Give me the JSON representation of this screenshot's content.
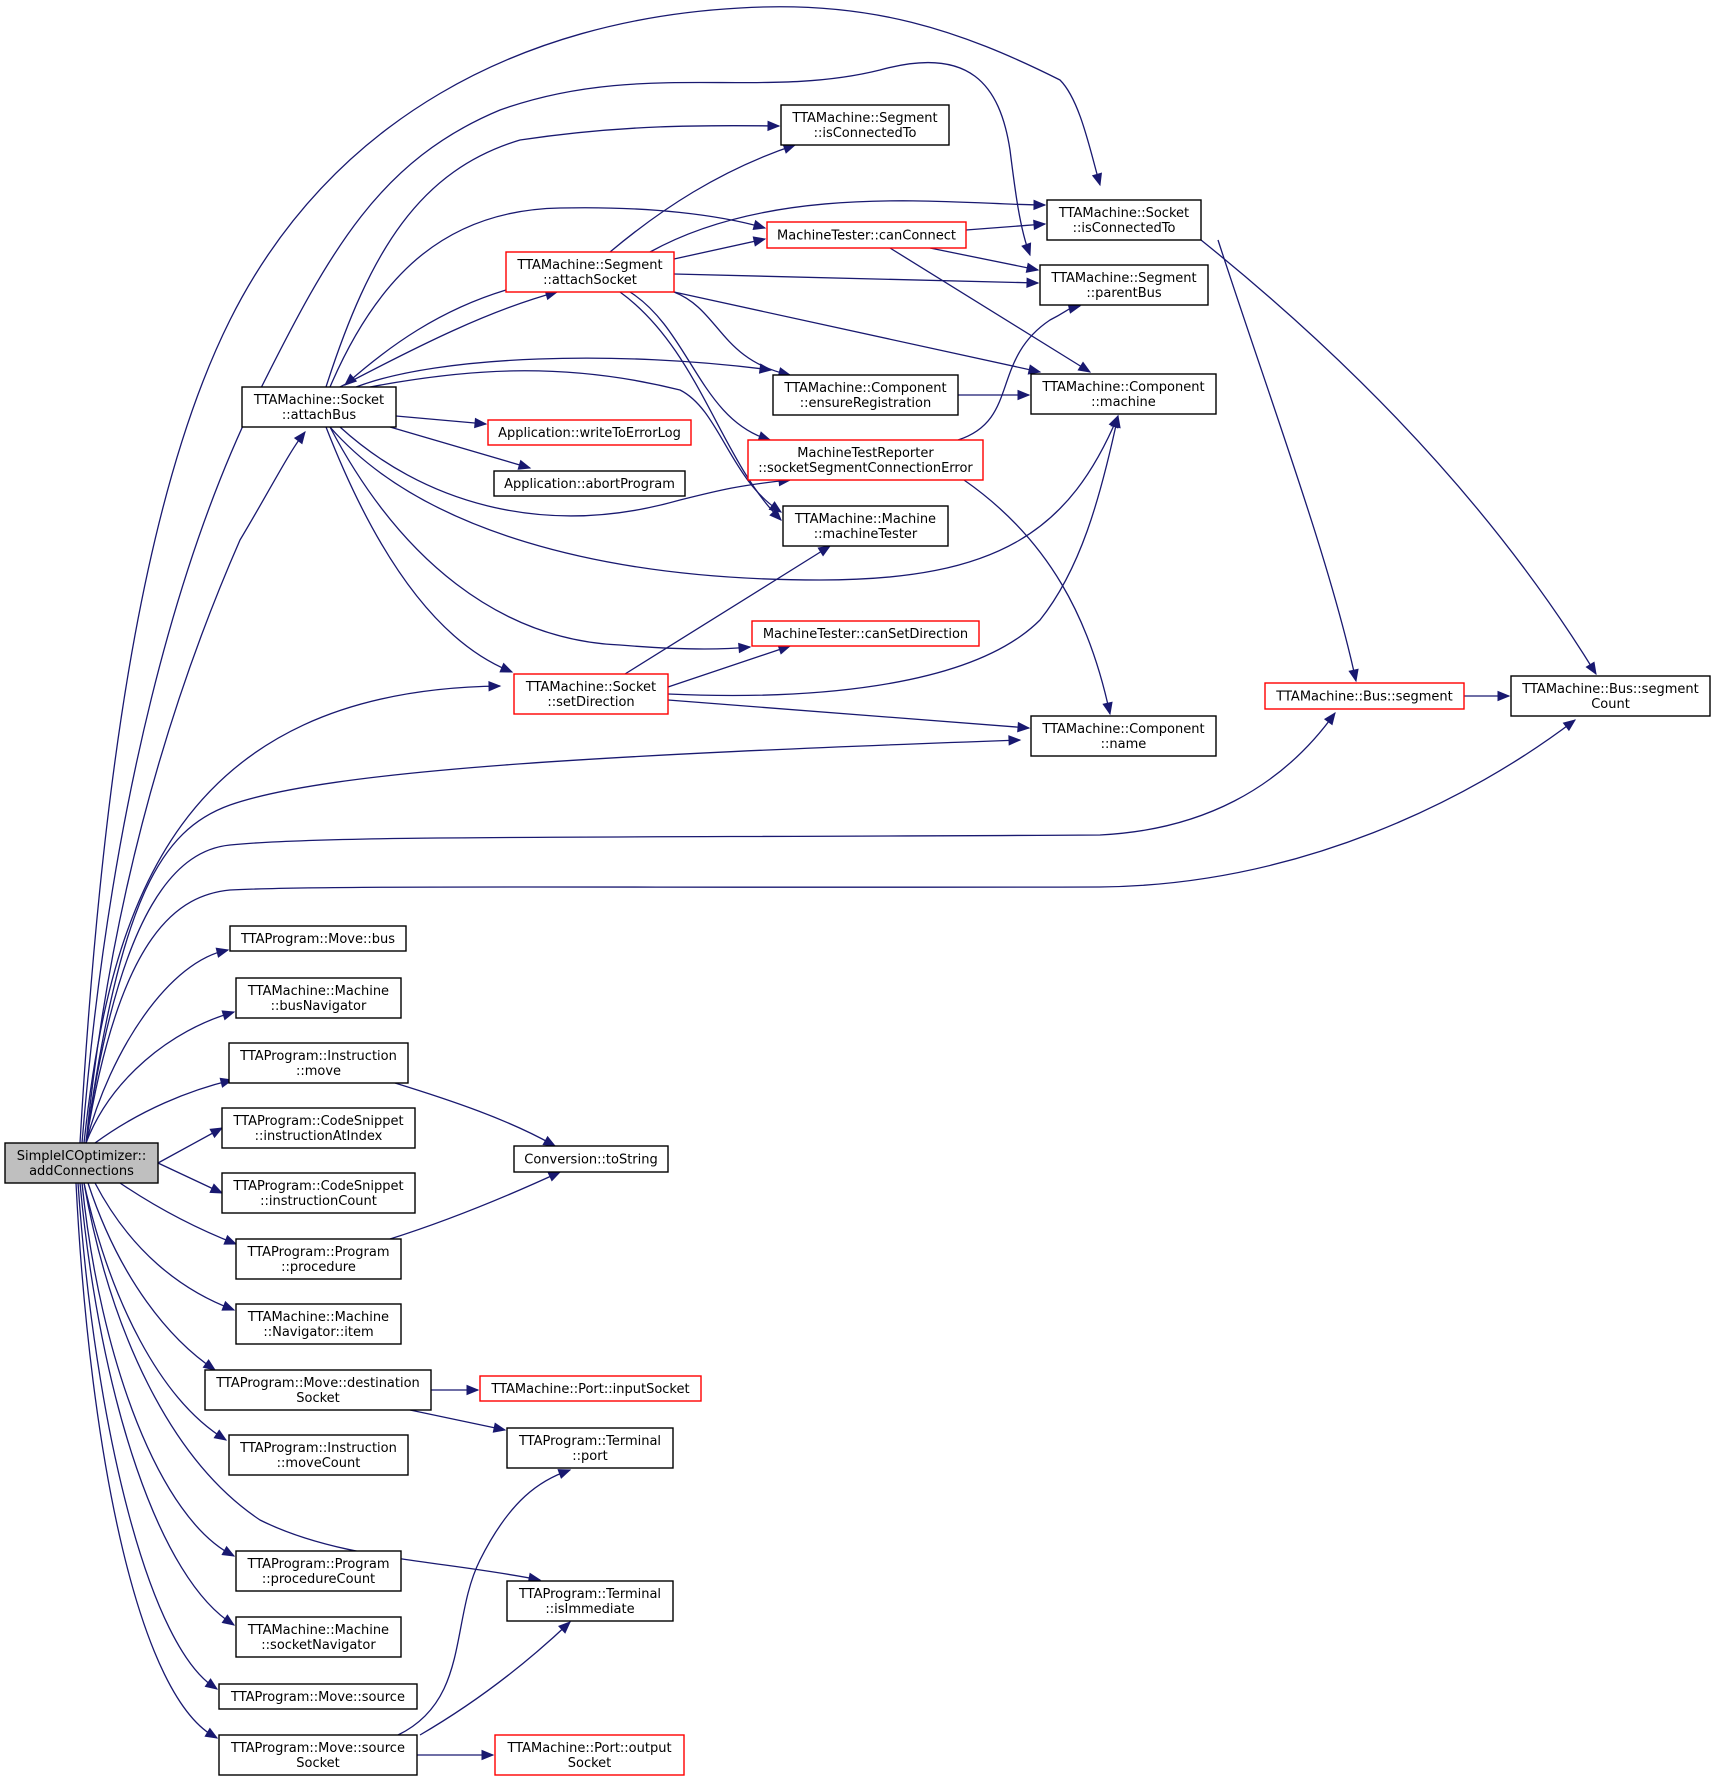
{
  "graph": {
    "colors": {
      "edge": "#191970",
      "root_fill": "#bfbfbf",
      "default_border": "#000000",
      "undocumented_border": "#ff0000",
      "node_fill": "#ffffff"
    },
    "nodes": [
      {
        "id": "root",
        "lines": [
          "SimpleICOptimizer::",
          "addConnections"
        ],
        "style": "root"
      },
      {
        "id": "sock_attachBus",
        "lines": [
          "TTAMachine::Socket",
          "::attachBus"
        ],
        "style": "default"
      },
      {
        "id": "seg_attachSocket",
        "lines": [
          "TTAMachine::Segment",
          "::attachSocket"
        ],
        "style": "red"
      },
      {
        "id": "seg_isConnectedTo",
        "lines": [
          "TTAMachine::Segment",
          "::isConnectedTo"
        ],
        "style": "default"
      },
      {
        "id": "mt_canConnect",
        "lines": [
          "MachineTester::canConnect"
        ],
        "style": "red"
      },
      {
        "id": "sock_isConnectedTo",
        "lines": [
          "TTAMachine::Socket",
          "::isConnectedTo"
        ],
        "style": "default"
      },
      {
        "id": "seg_parentBus",
        "lines": [
          "TTAMachine::Segment",
          "::parentBus"
        ],
        "style": "default"
      },
      {
        "id": "comp_ensureReg",
        "lines": [
          "TTAMachine::Component",
          "::ensureRegistration"
        ],
        "style": "default"
      },
      {
        "id": "comp_machine",
        "lines": [
          "TTAMachine::Component",
          "::machine"
        ],
        "style": "default"
      },
      {
        "id": "app_writeToErrorLog",
        "lines": [
          "Application::writeToErrorLog"
        ],
        "style": "red"
      },
      {
        "id": "mtr_socketSegErr",
        "lines": [
          "MachineTestReporter",
          "::socketSegmentConnectionError"
        ],
        "style": "red"
      },
      {
        "id": "app_abortProgram",
        "lines": [
          "Application::abortProgram"
        ],
        "style": "default"
      },
      {
        "id": "mach_machineTester",
        "lines": [
          "TTAMachine::Machine",
          "::machineTester"
        ],
        "style": "default"
      },
      {
        "id": "mt_canSetDirection",
        "lines": [
          "MachineTester::canSetDirection"
        ],
        "style": "red"
      },
      {
        "id": "sock_setDirection",
        "lines": [
          "TTAMachine::Socket",
          "::setDirection"
        ],
        "style": "red"
      },
      {
        "id": "bus_segment",
        "lines": [
          "TTAMachine::Bus::segment"
        ],
        "style": "red"
      },
      {
        "id": "bus_segmentCount",
        "lines": [
          "TTAMachine::Bus::segment",
          "Count"
        ],
        "style": "default"
      },
      {
        "id": "comp_name",
        "lines": [
          "TTAMachine::Component",
          "::name"
        ],
        "style": "default"
      },
      {
        "id": "move_bus",
        "lines": [
          "TTAProgram::Move::bus"
        ],
        "style": "default"
      },
      {
        "id": "mach_busNavigator",
        "lines": [
          "TTAMachine::Machine",
          "::busNavigator"
        ],
        "style": "default"
      },
      {
        "id": "instr_move",
        "lines": [
          "TTAProgram::Instruction",
          "::move"
        ],
        "style": "default"
      },
      {
        "id": "cs_instructionAtIndex",
        "lines": [
          "TTAProgram::CodeSnippet",
          "::instructionAtIndex"
        ],
        "style": "default"
      },
      {
        "id": "conv_toString",
        "lines": [
          "Conversion::toString"
        ],
        "style": "default"
      },
      {
        "id": "cs_instructionCount",
        "lines": [
          "TTAProgram::CodeSnippet",
          "::instructionCount"
        ],
        "style": "default"
      },
      {
        "id": "prog_procedure",
        "lines": [
          "TTAProgram::Program",
          "::procedure"
        ],
        "style": "default"
      },
      {
        "id": "nav_item",
        "lines": [
          "TTAMachine::Machine",
          "::Navigator::item"
        ],
        "style": "default"
      },
      {
        "id": "move_destSocket",
        "lines": [
          "TTAProgram::Move::destination",
          "Socket"
        ],
        "style": "default"
      },
      {
        "id": "port_inputSocket",
        "lines": [
          "TTAMachine::Port::inputSocket"
        ],
        "style": "red"
      },
      {
        "id": "instr_moveCount",
        "lines": [
          "TTAProgram::Instruction",
          "::moveCount"
        ],
        "style": "default"
      },
      {
        "id": "term_port",
        "lines": [
          "TTAProgram::Terminal",
          "::port"
        ],
        "style": "default"
      },
      {
        "id": "prog_procedureCount",
        "lines": [
          "TTAProgram::Program",
          "::procedureCount"
        ],
        "style": "default"
      },
      {
        "id": "term_isImmediate",
        "lines": [
          "TTAProgram::Terminal",
          "::isImmediate"
        ],
        "style": "default"
      },
      {
        "id": "mach_socketNavigator",
        "lines": [
          "TTAMachine::Machine",
          "::socketNavigator"
        ],
        "style": "default"
      },
      {
        "id": "move_source",
        "lines": [
          "TTAProgram::Move::source"
        ],
        "style": "default"
      },
      {
        "id": "move_sourceSocket",
        "lines": [
          "TTAProgram::Move::source",
          "Socket"
        ],
        "style": "default"
      },
      {
        "id": "port_outputSocket",
        "lines": [
          "TTAMachine::Port::output",
          "Socket"
        ],
        "style": "red"
      }
    ],
    "edges": [
      [
        "root",
        "sock_attachBus"
      ],
      [
        "root",
        "sock_isConnectedTo"
      ],
      [
        "root",
        "seg_parentBus"
      ],
      [
        "root",
        "sock_setDirection"
      ],
      [
        "root",
        "comp_name"
      ],
      [
        "root",
        "bus_segment"
      ],
      [
        "root",
        "bus_segmentCount"
      ],
      [
        "root",
        "move_bus"
      ],
      [
        "root",
        "mach_busNavigator"
      ],
      [
        "root",
        "instr_move"
      ],
      [
        "root",
        "cs_instructionAtIndex"
      ],
      [
        "root",
        "cs_instructionCount"
      ],
      [
        "root",
        "prog_procedure"
      ],
      [
        "root",
        "nav_item"
      ],
      [
        "root",
        "move_destSocket"
      ],
      [
        "root",
        "instr_moveCount"
      ],
      [
        "root",
        "term_isImmediate"
      ],
      [
        "root",
        "prog_procedureCount"
      ],
      [
        "root",
        "mach_socketNavigator"
      ],
      [
        "root",
        "move_source"
      ],
      [
        "root",
        "move_sourceSocket"
      ],
      [
        "sock_attachBus",
        "seg_isConnectedTo"
      ],
      [
        "sock_attachBus",
        "mt_canConnect"
      ],
      [
        "sock_attachBus",
        "seg_attachSocket"
      ],
      [
        "sock_attachBus",
        "comp_ensureReg"
      ],
      [
        "sock_attachBus",
        "app_writeToErrorLog"
      ],
      [
        "sock_attachBus",
        "app_abortProgram"
      ],
      [
        "sock_attachBus",
        "mtr_socketSegErr"
      ],
      [
        "sock_attachBus",
        "mach_machineTester"
      ],
      [
        "sock_attachBus",
        "comp_machine"
      ],
      [
        "sock_attachBus",
        "mt_canSetDirection"
      ],
      [
        "sock_attachBus",
        "sock_setDirection"
      ],
      [
        "seg_attachSocket",
        "sock_attachBus"
      ],
      [
        "seg_attachSocket",
        "seg_isConnectedTo"
      ],
      [
        "seg_attachSocket",
        "mt_canConnect"
      ],
      [
        "seg_attachSocket",
        "sock_isConnectedTo"
      ],
      [
        "seg_attachSocket",
        "seg_parentBus"
      ],
      [
        "seg_attachSocket",
        "comp_ensureReg"
      ],
      [
        "seg_attachSocket",
        "comp_machine"
      ],
      [
        "seg_attachSocket",
        "mtr_socketSegErr"
      ],
      [
        "seg_attachSocket",
        "mach_machineTester"
      ],
      [
        "mt_canConnect",
        "sock_isConnectedTo"
      ],
      [
        "mt_canConnect",
        "seg_parentBus"
      ],
      [
        "mt_canConnect",
        "comp_machine"
      ],
      [
        "sock_isConnectedTo",
        "bus_segment"
      ],
      [
        "sock_isConnectedTo",
        "bus_segmentCount"
      ],
      [
        "comp_ensureReg",
        "comp_machine"
      ],
      [
        "mtr_socketSegErr",
        "seg_parentBus"
      ],
      [
        "mtr_socketSegErr",
        "comp_name"
      ],
      [
        "sock_setDirection",
        "mt_canSetDirection"
      ],
      [
        "sock_setDirection",
        "mach_machineTester"
      ],
      [
        "sock_setDirection",
        "comp_machine"
      ],
      [
        "sock_setDirection",
        "comp_name"
      ],
      [
        "bus_segment",
        "bus_segmentCount"
      ],
      [
        "instr_move",
        "conv_toString"
      ],
      [
        "prog_procedure",
        "conv_toString"
      ],
      [
        "move_destSocket",
        "port_inputSocket"
      ],
      [
        "move_destSocket",
        "term_port"
      ],
      [
        "move_sourceSocket",
        "term_port"
      ],
      [
        "move_sourceSocket",
        "term_isImmediate"
      ],
      [
        "move_sourceSocket",
        "port_outputSocket"
      ]
    ]
  }
}
